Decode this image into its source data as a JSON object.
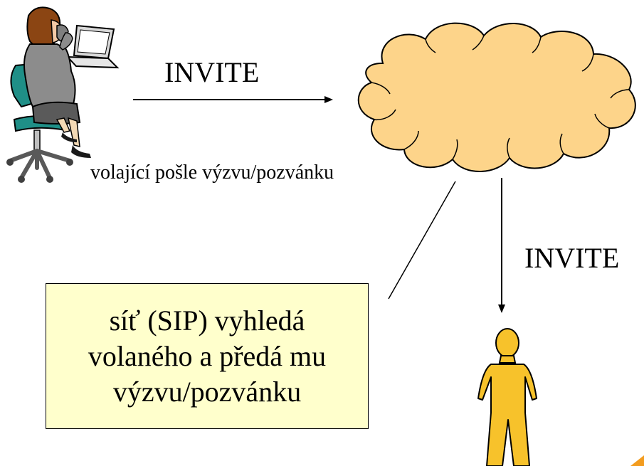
{
  "labels": {
    "invite_top": "INVITE",
    "invite_right": "INVITE",
    "caller_caption": "volající pošle výzvu/pozvánku"
  },
  "callout": {
    "lines": [
      "síť (SIP) vyhledá",
      "volaného a předá mu",
      "výzvu/pozvánku"
    ]
  },
  "colors": {
    "cloud_fill": "#fdd48a",
    "callout_fill": "#ffffcc",
    "callee_fill": "#f7c22b",
    "chair_green": "#1f8f87",
    "caller_jacket": "#8c8c8c"
  },
  "icons": [
    "caller-at-desk-icon",
    "cloud-network-icon",
    "callee-person-icon"
  ]
}
